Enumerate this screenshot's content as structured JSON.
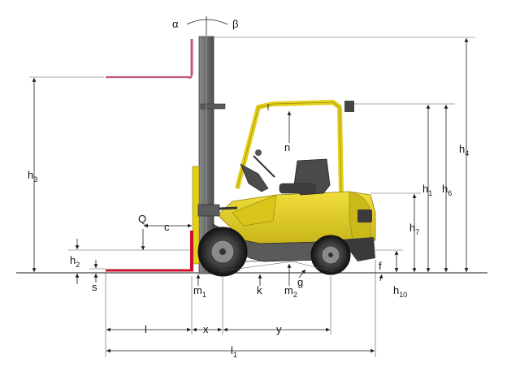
{
  "labels": {
    "alpha": {
      "main": "α",
      "sub": ""
    },
    "beta": {
      "main": "β",
      "sub": ""
    },
    "h4": {
      "main": "h",
      "sub": "4"
    },
    "h3": {
      "main": "h",
      "sub": "3"
    },
    "h1": {
      "main": "h",
      "sub": "1"
    },
    "h6": {
      "main": "h",
      "sub": "6"
    },
    "h7": {
      "main": "h",
      "sub": "7"
    },
    "h2": {
      "main": "h",
      "sub": "2"
    },
    "h10": {
      "main": "h",
      "sub": "10"
    },
    "s": {
      "main": "s",
      "sub": ""
    },
    "n": {
      "main": "n",
      "sub": ""
    },
    "Q": {
      "main": "Q",
      "sub": ""
    },
    "c": {
      "main": "c",
      "sub": ""
    },
    "m1": {
      "main": "m",
      "sub": "1"
    },
    "m2": {
      "main": "m",
      "sub": "2"
    },
    "k": {
      "main": "k",
      "sub": ""
    },
    "g": {
      "main": "g",
      "sub": ""
    },
    "f": {
      "main": "f",
      "sub": ""
    },
    "l": {
      "main": "l",
      "sub": ""
    },
    "x": {
      "main": "x",
      "sub": ""
    },
    "y": {
      "main": "y",
      "sub": ""
    },
    "l1": {
      "main": "l",
      "sub": "1"
    }
  },
  "colors": {
    "body": "#e3cf1a",
    "body_shade": "#b7a417",
    "mast": "#707070",
    "fork_red": "#c8102e",
    "fork_pink": "#c0587a",
    "tire": "#2a2a2a",
    "line": "#1a1a1a"
  }
}
